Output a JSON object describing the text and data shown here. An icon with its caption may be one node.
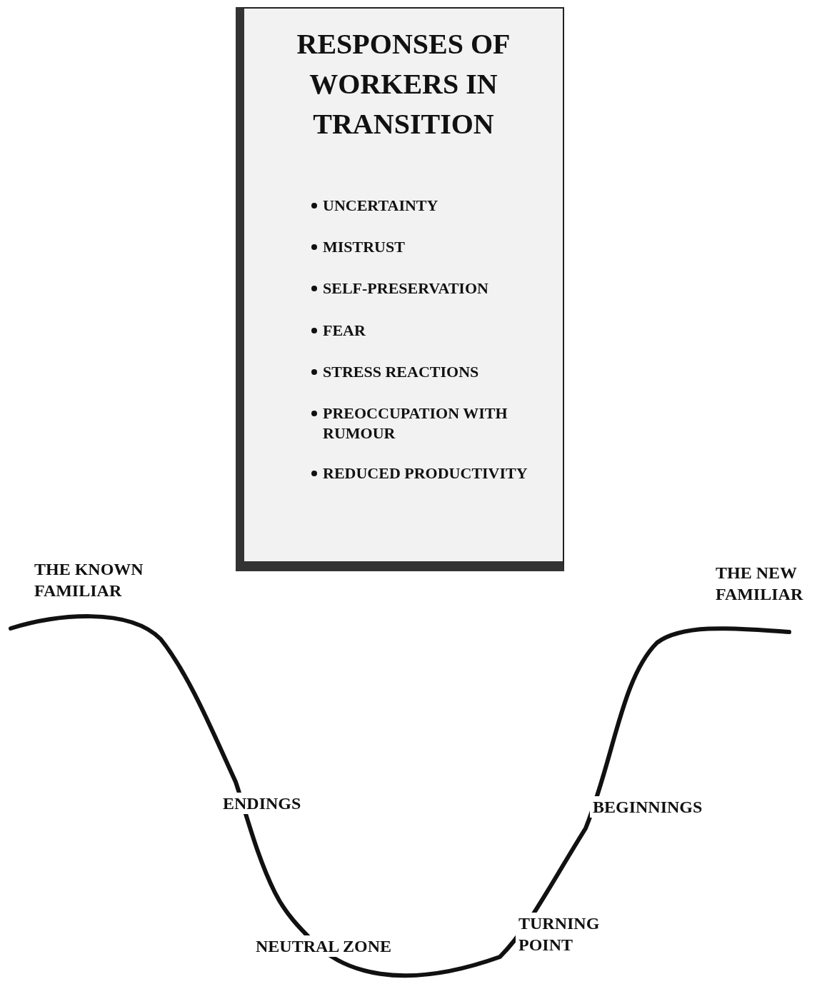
{
  "diagram": {
    "nodes": [
      {
        "text": [
          "RESPONSES OF WORKERS IN TRANSITION",
          "UNCERTAINTY",
          "MISTRUST",
          "SELF-PRESERVATION",
          "FEAR",
          "STRESS REACTIONS",
          "PREOCCUPATION WITH RUMOUR",
          "REDUCED PRODUCTIVITY"
        ]
      }
    ],
    "labels": [
      "THE KNOWN FAMILIAR",
      "THE NEW FAMILIAR",
      "ENDINGS",
      "BEGINNINGS",
      "TURNING POINT",
      "NEUTRAL ZONE"
    ]
  }
}
